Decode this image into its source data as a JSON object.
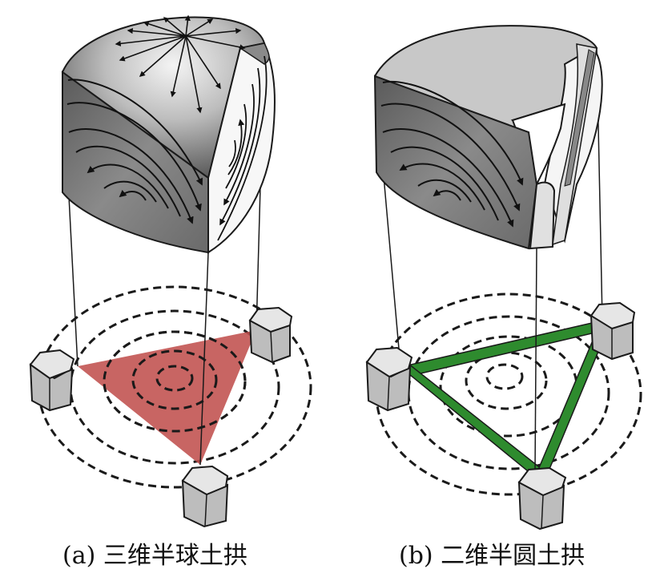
{
  "captions": {
    "a": "(a) 三维半球土拱",
    "b": "(b) 二维半圆土拱"
  },
  "colors": {
    "outline": "#1a1a1a",
    "shell_light": "#ececec",
    "shell_mid": "#9a9a9a",
    "shell_dark": "#5f5f5f",
    "cross_section": "#747474",
    "face_white": "#f7f7f7",
    "red_triangle": "#c0504d",
    "green_bar": "#2e8b2e",
    "pile_top": "#e6e6e6",
    "pile_side": "#bdbdbd",
    "dashed": "#1a1a1a"
  },
  "panels": [
    {
      "id": "a",
      "kind": "hemisphere-arch",
      "icon": "hemisphere-icon"
    },
    {
      "id": "b",
      "kind": "semicircle-arch",
      "icon": "semicircle-arch-icon"
    }
  ]
}
